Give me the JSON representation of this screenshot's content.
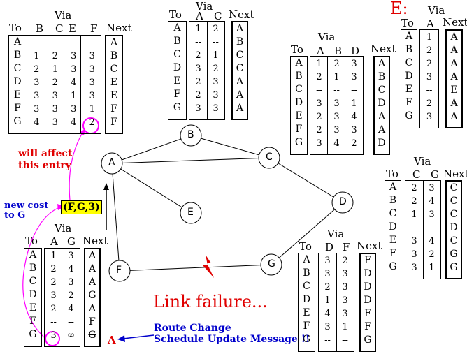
{
  "nodes": {
    "A": "A",
    "B": "B",
    "C": "C",
    "D": "D",
    "E": "E",
    "F": "F",
    "G": "G"
  },
  "table_a": {
    "to": "To",
    "via": "Via",
    "next": "Next",
    "via_cols": [
      "B",
      "C",
      "E",
      "F"
    ],
    "dests": [
      "A",
      "B",
      "C",
      "D",
      "E",
      "F",
      "G"
    ],
    "values": [
      [
        "--",
        "--",
        "--",
        "--"
      ],
      [
        "1",
        "2",
        "3",
        "3"
      ],
      [
        "2",
        "1",
        "3",
        "3"
      ],
      [
        "3",
        "2",
        "4",
        "3"
      ],
      [
        "3",
        "3",
        "1",
        "3"
      ],
      [
        "3",
        "3",
        "3",
        "1"
      ],
      [
        "4",
        "3",
        "4",
        "2"
      ]
    ],
    "next_hops": [
      "A",
      "B",
      "C",
      "E",
      "E",
      "F",
      "F"
    ]
  },
  "table_b": {
    "to": "To",
    "via": "Via",
    "next": "Next",
    "via_cols": [
      "A",
      "C"
    ],
    "dests": [
      "A",
      "B",
      "C",
      "D",
      "E",
      "F",
      "G"
    ],
    "values": [
      [
        "1",
        "2"
      ],
      [
        "--",
        "--"
      ],
      [
        "2",
        "1"
      ],
      [
        "3",
        "2"
      ],
      [
        "2",
        "3"
      ],
      [
        "2",
        "3"
      ],
      [
        "3",
        "3"
      ]
    ],
    "next_hops": [
      "A",
      "B",
      "C",
      "C",
      "A",
      "A",
      "A"
    ]
  },
  "table_c": {
    "to": "To",
    "via": "Via",
    "next": "Next",
    "via_cols": [
      "A",
      "B",
      "D"
    ],
    "dests": [
      "A",
      "B",
      "C",
      "D",
      "E",
      "F",
      "G"
    ],
    "values": [
      [
        "1",
        "2",
        "3"
      ],
      [
        "2",
        "1",
        "3"
      ],
      [
        "--",
        "--",
        "--"
      ],
      [
        "3",
        "3",
        "1"
      ],
      [
        "2",
        "3",
        "4"
      ],
      [
        "2",
        "3",
        "3"
      ],
      [
        "3",
        "4",
        "2"
      ]
    ],
    "next_hops": [
      "A",
      "B",
      "C",
      "D",
      "A",
      "A",
      "D"
    ]
  },
  "table_e": {
    "title": "E:",
    "to": "To",
    "via": "Via",
    "next": "Next",
    "via_cols": [
      "A"
    ],
    "dests": [
      "A",
      "B",
      "C",
      "D",
      "E",
      "F",
      "G"
    ],
    "values": [
      [
        "1"
      ],
      [
        "2"
      ],
      [
        "2"
      ],
      [
        "3"
      ],
      [
        "--"
      ],
      [
        "2"
      ],
      [
        "3"
      ]
    ],
    "next_hops": [
      "A",
      "A",
      "A",
      "A",
      "E",
      "A",
      "A"
    ]
  },
  "table_d": {
    "to": "To",
    "via": "Via",
    "next": "Next",
    "via_cols": [
      "C",
      "G"
    ],
    "dests": [
      "A",
      "B",
      "C",
      "D",
      "E",
      "F",
      "G"
    ],
    "values": [
      [
        "2",
        "3"
      ],
      [
        "2",
        "4"
      ],
      [
        "1",
        "3"
      ],
      [
        "--",
        "--"
      ],
      [
        "3",
        "4"
      ],
      [
        "3",
        "2"
      ],
      [
        "3",
        "1"
      ]
    ],
    "next_hops": [
      "C",
      "C",
      "C",
      "D",
      "C",
      "G",
      "G"
    ]
  },
  "table_g": {
    "to": "To",
    "via": "Via",
    "next": "Next",
    "via_cols": [
      "D",
      "F"
    ],
    "dests": [
      "A",
      "B",
      "C",
      "D",
      "E",
      "F",
      "G"
    ],
    "values": [
      [
        "3",
        "2"
      ],
      [
        "3",
        "3"
      ],
      [
        "2",
        "3"
      ],
      [
        "1",
        "3"
      ],
      [
        "4",
        "3"
      ],
      [
        "3",
        "1"
      ],
      [
        "--",
        "--"
      ]
    ],
    "next_hops": [
      "F",
      "D",
      "D",
      "D",
      "F",
      "F",
      "G"
    ]
  },
  "table_f": {
    "to": "To",
    "via": "Via",
    "next": "Next",
    "via_cols": [
      "A",
      "G"
    ],
    "dests": [
      "A",
      "B",
      "C",
      "D",
      "E",
      "F",
      "G"
    ],
    "values": [
      [
        "1",
        "3"
      ],
      [
        "2",
        "4"
      ],
      [
        "2",
        "3"
      ],
      [
        "3",
        "2"
      ],
      [
        "2",
        "4"
      ],
      [
        "--",
        "--"
      ],
      [
        "3",
        "∞"
      ]
    ],
    "next_hops": [
      "A",
      "A",
      "A",
      "G",
      "A",
      "F",
      "G"
    ],
    "new_next": "A"
  },
  "annotations": {
    "will_affect_1": "will affect",
    "will_affect_2": "this entry",
    "new_cost_1": "new cost",
    "new_cost_2": "to G",
    "update_msg": "(F,G,3)",
    "link_failure": "Link failure...",
    "route_change_1": "Route Change",
    "route_change_2": "Schedule Update Message !!"
  },
  "colors": {
    "red": "#e00000",
    "blue": "#0000cc",
    "magenta": "#ff00ff",
    "highlight": "#ffff00"
  }
}
